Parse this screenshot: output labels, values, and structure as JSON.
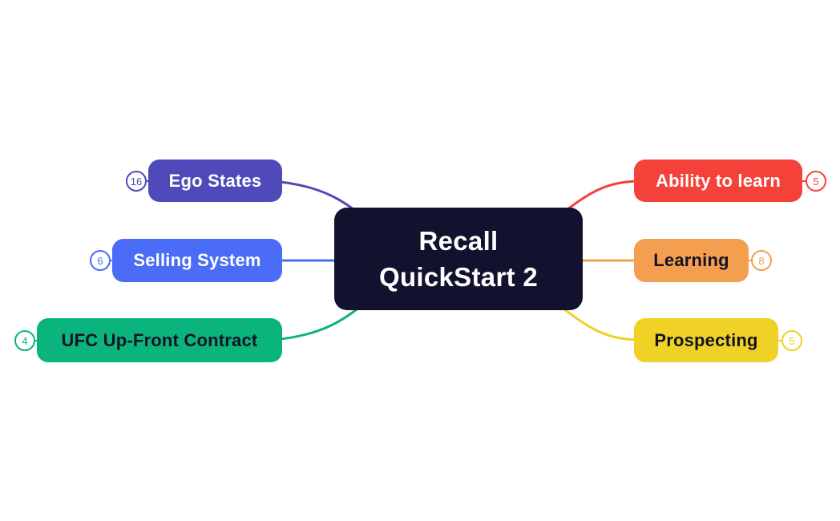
{
  "title": "Recall QuickStart 2",
  "colors": {
    "canvas": "#ffffff",
    "central_bg": "#12122E",
    "light_text": "#ffffff",
    "dark_text": "#131325",
    "purple": "#4F49BA",
    "blue": "#4A6CF6",
    "green": "#0BB47C",
    "red": "#F4423A",
    "orange": "#F49F4F",
    "yellow": "#F0D226",
    "badge_bg": "#ffffff"
  },
  "central": {
    "label_line1": "Recall",
    "label_line2": "QuickStart 2"
  },
  "nodes": {
    "ego": {
      "label": "Ego States",
      "badge_count": "16"
    },
    "selling": {
      "label": "Selling System",
      "badge_count": "6"
    },
    "ufc": {
      "label": "UFC Up-Front Contract",
      "badge_count": "4"
    },
    "ability": {
      "label": "Ability to learn",
      "badge_count": "5"
    },
    "learning": {
      "label": "Learning",
      "badge_count": "8"
    },
    "prospecting": {
      "label": "Prospecting",
      "badge_count": "5"
    }
  }
}
